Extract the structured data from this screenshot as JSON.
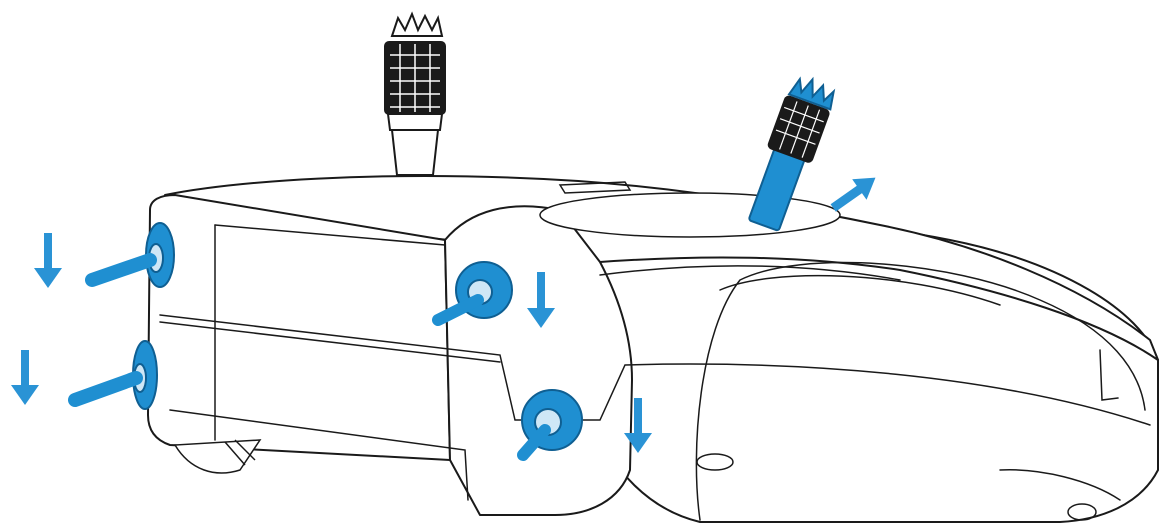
{
  "figure": {
    "subject": "remote-controller-illustration",
    "colors": {
      "outline": "#1a1a1a",
      "body_fill": "#ffffff",
      "accent": "#1f8fd1",
      "accent_dark": "#0f5f92",
      "arrow": "#2a93d5"
    },
    "arrows": [
      {
        "name": "arrow-left-upper-switch",
        "direction": "down"
      },
      {
        "name": "arrow-left-lower-switch",
        "direction": "down"
      },
      {
        "name": "arrow-center-upper-switch",
        "direction": "down"
      },
      {
        "name": "arrow-center-lower-switch",
        "direction": "down"
      },
      {
        "name": "arrow-right-stick",
        "direction": "up-right"
      }
    ],
    "labels": []
  }
}
